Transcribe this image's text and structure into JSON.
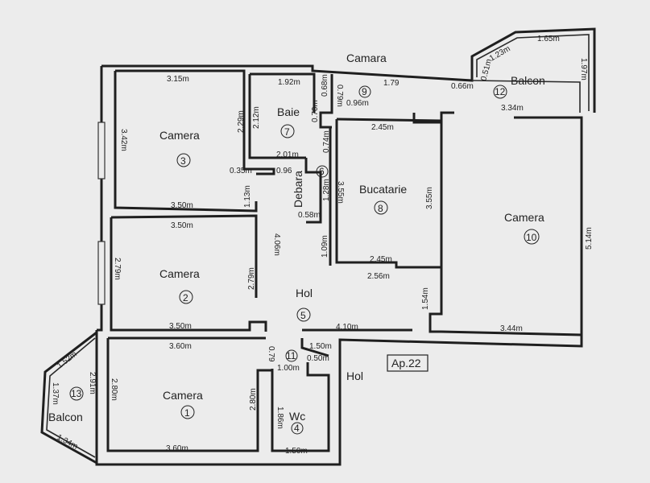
{
  "apartment_label": "Ap.22",
  "rooms": {
    "camera3": {
      "name": "Camera",
      "num": "3"
    },
    "camera2": {
      "name": "Camera",
      "num": "2"
    },
    "camera1": {
      "name": "Camera",
      "num": "1"
    },
    "baie": {
      "name": "Baie",
      "num": "7"
    },
    "camara": {
      "name": "Camara",
      "num": "9"
    },
    "debara": {
      "name": "Debara",
      "num": "6"
    },
    "bucatarie": {
      "name": "Bucatarie",
      "num": "8"
    },
    "hol5": {
      "name": "Hol",
      "num": "5"
    },
    "hol11": {
      "name": "Hol",
      "num": "11"
    },
    "wc": {
      "name": "Wc",
      "num": "4"
    },
    "camera10": {
      "name": "Camera",
      "num": "10"
    },
    "balcon12": {
      "name": "Balcon",
      "num": "12"
    },
    "balcon13": {
      "name": "Balcon",
      "num": "13"
    }
  },
  "dims": {
    "c3_top": "3.15m",
    "c3_left": "3.42m",
    "c3_right": "2.29m",
    "c3_bottom": "3.50m",
    "c2_top": "3.50m",
    "c2_left": "2.79m",
    "c2_right": "2.79m",
    "c2_bottom": "3.50m",
    "c1_top": "3.60m",
    "c1_left": "2.80m",
    "c1_right": "2.80m",
    "c1_bottom": "3.60m",
    "corr_left": "1.13m",
    "corr_mid": "4.06m",
    "baie_top": "1.92m",
    "baie_left": "2.12m",
    "baie_right1": "0.68m",
    "baie_right2": "0.70m",
    "baie_bottom": "2.01m",
    "baie_b1": "0.35m",
    "baie_b2": "0.96",
    "camara_left": "0.79m",
    "camara_bottom": "0.96m",
    "camara_top": "1.79",
    "camara_right": "0.66m",
    "deb_top": "0.74m",
    "deb_right": "1.28m",
    "deb_bottom": "0.58m",
    "deb_lower": "1.09m",
    "buc_top": "2.45m",
    "buc_left": "3.55m",
    "buc_right": "3.55m",
    "buc_bottom": "2.45m",
    "buc_bottom2": "2.56m",
    "hol_right": "4.10m",
    "hol_small_top": "1.50m",
    "hol_small_left": "0.79",
    "hol_small_mid": "1.00m",
    "hol_small_right": "0.50m",
    "wc_left": "1.86m",
    "wc_bottom": "1.50m",
    "c10_top": "3.34m",
    "c10_right": "5.14m",
    "c10_bottom": "3.44m",
    "c10_left": "1.54m",
    "b12_top": "1.65m",
    "b12_diag1": "1.23m",
    "b12_diag2": "0.51m",
    "b12_right": "1.97m",
    "b13_top": "1.52m",
    "b13_inner": "2.91m",
    "b13_left": "1.37m",
    "b13_bottom": "1.34m"
  }
}
